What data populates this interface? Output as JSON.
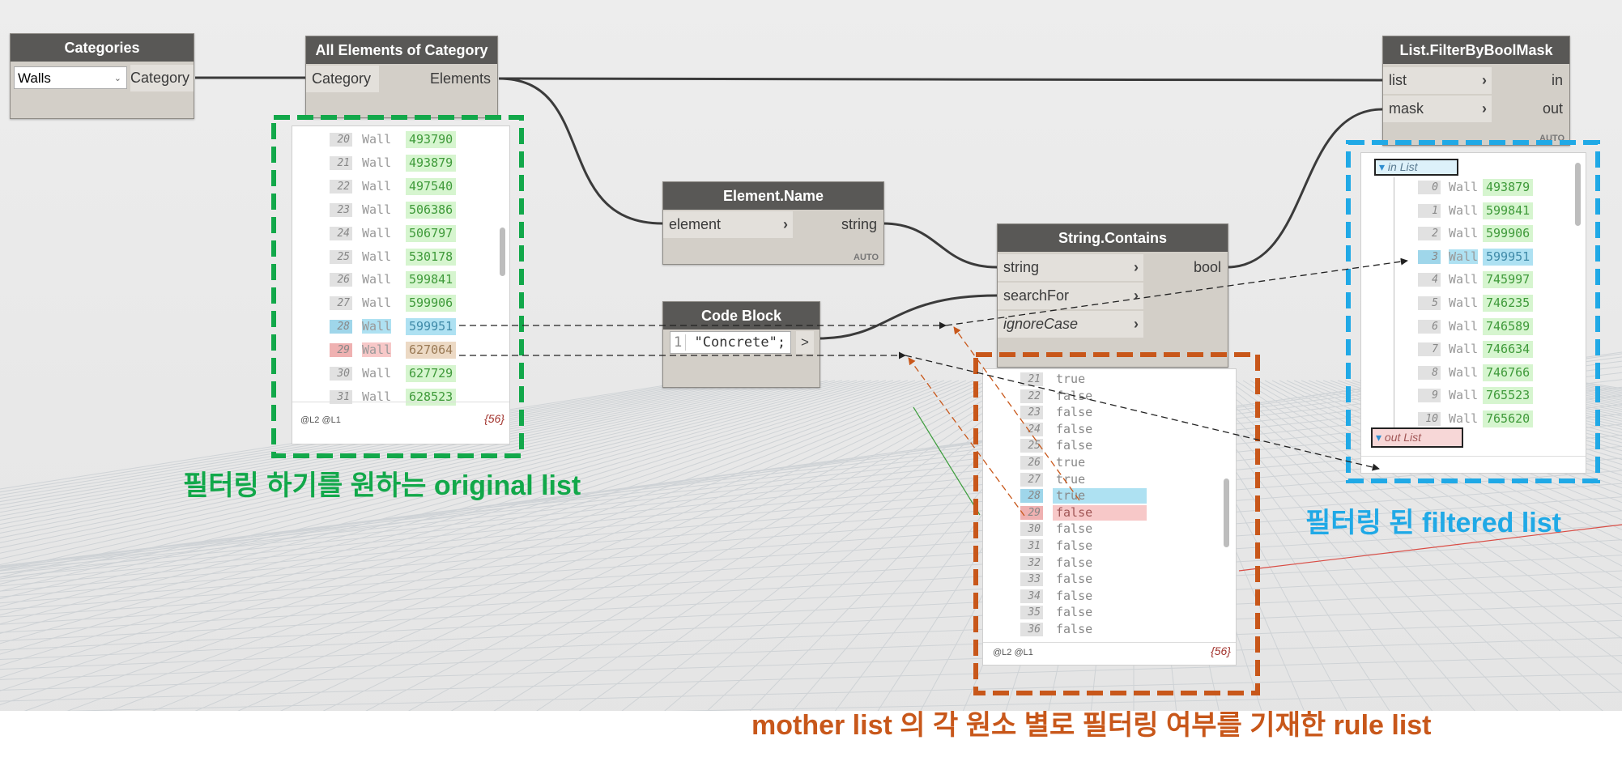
{
  "nodes": {
    "categories": {
      "title": "Categories",
      "dropdown": "Walls",
      "out": "Category"
    },
    "all_elements": {
      "title": "All Elements of Category",
      "in": "Category",
      "out": "Elements"
    },
    "element_name": {
      "title": "Element.Name",
      "in": "element",
      "out": "string",
      "badge": "AUTO"
    },
    "code_block": {
      "title": "Code Block",
      "line_no": "1",
      "code": "\"Concrete\";",
      "out": ">"
    },
    "string_contains": {
      "title": "String.Contains",
      "in": [
        "string",
        "searchFor",
        "ignoreCase"
      ],
      "out": "bool"
    },
    "filter": {
      "title": "List.FilterByBoolMask",
      "in": [
        "list",
        "mask"
      ],
      "out": [
        "in",
        "out"
      ],
      "badge": "AUTO"
    }
  },
  "previews": {
    "elements": {
      "rows": [
        {
          "i": "20",
          "t": "Wall",
          "v": "493790"
        },
        {
          "i": "21",
          "t": "Wall",
          "v": "493879"
        },
        {
          "i": "22",
          "t": "Wall",
          "v": "497540"
        },
        {
          "i": "23",
          "t": "Wall",
          "v": "506386"
        },
        {
          "i": "24",
          "t": "Wall",
          "v": "506797"
        },
        {
          "i": "25",
          "t": "Wall",
          "v": "530178"
        },
        {
          "i": "26",
          "t": "Wall",
          "v": "599841"
        },
        {
          "i": "27",
          "t": "Wall",
          "v": "599906"
        },
        {
          "i": "28",
          "t": "Wall",
          "v": "599951"
        },
        {
          "i": "29",
          "t": "Wall",
          "v": "627064"
        },
        {
          "i": "30",
          "t": "Wall",
          "v": "627729"
        },
        {
          "i": "31",
          "t": "Wall",
          "v": "628523"
        }
      ],
      "levels": "@L2 @L1",
      "count": "{56}"
    },
    "bools": {
      "rows": [
        {
          "i": "21",
          "v": "true"
        },
        {
          "i": "22",
          "v": "false"
        },
        {
          "i": "23",
          "v": "false"
        },
        {
          "i": "24",
          "v": "false"
        },
        {
          "i": "25",
          "v": "false"
        },
        {
          "i": "26",
          "v": "true"
        },
        {
          "i": "27",
          "v": "true"
        },
        {
          "i": "28",
          "v": "true"
        },
        {
          "i": "29",
          "v": "false"
        },
        {
          "i": "30",
          "v": "false"
        },
        {
          "i": "31",
          "v": "false"
        },
        {
          "i": "32",
          "v": "false"
        },
        {
          "i": "33",
          "v": "false"
        },
        {
          "i": "34",
          "v": "false"
        },
        {
          "i": "35",
          "v": "false"
        },
        {
          "i": "36",
          "v": "false"
        }
      ],
      "levels": "@L2 @L1",
      "count": "{56}"
    },
    "filtered": {
      "in_header": "in List",
      "out_header": "out List",
      "rows": [
        {
          "i": "0",
          "t": "Wall",
          "v": "493879"
        },
        {
          "i": "1",
          "t": "Wall",
          "v": "599841"
        },
        {
          "i": "2",
          "t": "Wall",
          "v": "599906"
        },
        {
          "i": "3",
          "t": "Wall",
          "v": "599951"
        },
        {
          "i": "4",
          "t": "Wall",
          "v": "745997"
        },
        {
          "i": "5",
          "t": "Wall",
          "v": "746235"
        },
        {
          "i": "6",
          "t": "Wall",
          "v": "746589"
        },
        {
          "i": "7",
          "t": "Wall",
          "v": "746634"
        },
        {
          "i": "8",
          "t": "Wall",
          "v": "746766"
        },
        {
          "i": "9",
          "t": "Wall",
          "v": "765523"
        },
        {
          "i": "10",
          "t": "Wall",
          "v": "765620"
        }
      ]
    }
  },
  "annotations": {
    "original": "필터링 하기를 원하는 original list",
    "filtered": "필터링 된 filtered list",
    "rule": "mother list 의 각 원소 별로 필터링 여부를 기재한 rule list"
  },
  "colors": {
    "green": "#12a84a",
    "blue": "#20a9e6",
    "orange": "#c8571a",
    "node_header": "#595856",
    "highlight_blue": "#aee1f2",
    "highlight_red": "#f7c8c8",
    "value_green": "#d6f5cf"
  }
}
